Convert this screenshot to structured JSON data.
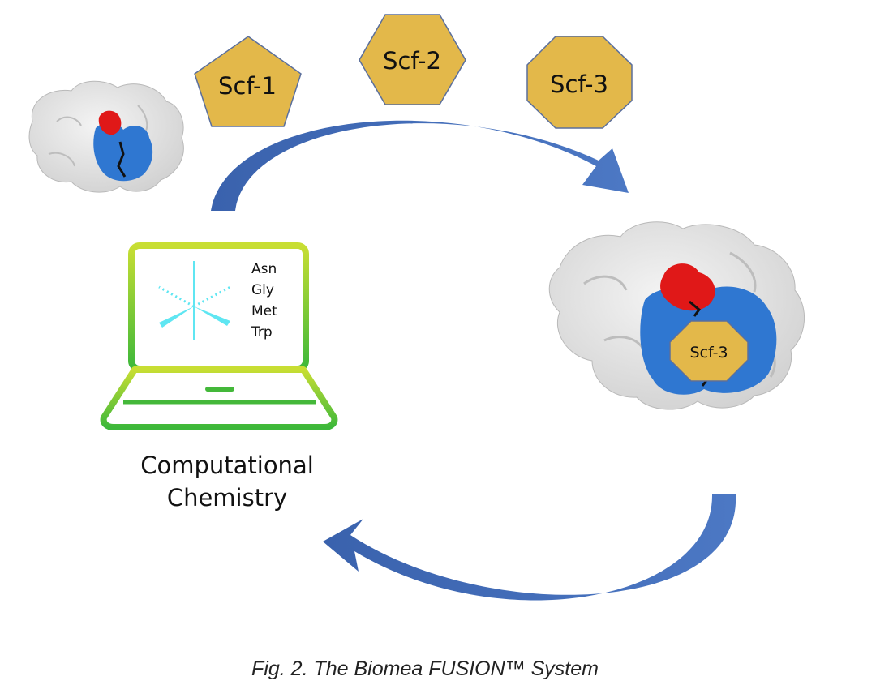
{
  "scaffolds": [
    {
      "label": "Scf-1",
      "shape": "pentagon"
    },
    {
      "label": "Scf-2",
      "shape": "hexagon"
    },
    {
      "label": "Scf-3",
      "shape": "octagon"
    }
  ],
  "bound_scaffold": {
    "label": "Scf-3"
  },
  "amino_acids": [
    "Asn",
    "Gly",
    "Met",
    "Trp"
  ],
  "computational_label": {
    "line1": "Computational",
    "line2": "Chemistry"
  },
  "caption": "Fig. 2. The Biomea FUSION™ System",
  "colors": {
    "scaffold_fill": "#e3b84a",
    "scaffold_stroke": "#5b6f9c",
    "arrow": "#3f68b3",
    "protein_surface": "#e9e9e9",
    "pocket_blue": "#2f77d1",
    "pocket_red": "#e01818",
    "laptop_top": "#c8de33",
    "laptop_bottom": "#3db83a",
    "docking_lines": "#5fe6f2"
  },
  "icons": [
    "protein-surface-icon",
    "laptop-icon",
    "molecule-lines-icon"
  ]
}
